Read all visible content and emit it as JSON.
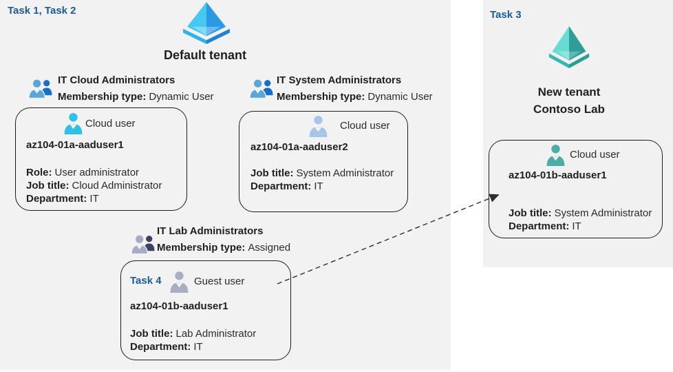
{
  "colors": {
    "page_bg": "#ffffff",
    "default_tenant_panel_bg": "#f2f2f2",
    "new_tenant_panel_bg": "#f1f1f2",
    "task_label_blue": "#1d5b97",
    "box_border": "#1c1c1c",
    "arrow": "#2d2d2d",
    "user_icon_cyan": "#30bfe6",
    "user_icon_pale_blue": "#a6c6e7",
    "user_icon_gray": "#a9aec2",
    "user_icon_teal": "#4aada6",
    "group_icon_blue_primary": "#57a7da",
    "group_icon_blue_secondary": "#1a6fc4",
    "group_icon_navy_primary": "#a7abc4",
    "group_icon_navy_secondary": "#3a3f6b",
    "tenant_icon_blue_faces": [
      "#47c8f3",
      "#2b9ae4",
      "#2eb2ee",
      "#1e83d6"
    ],
    "tenant_icon_teal_faces": [
      "#68dbd3",
      "#2f9e98",
      "#33b9b0",
      "#279e96"
    ]
  },
  "left_panel": {
    "task_label": "Task 1, Task 2",
    "tenant_icon": "azure-ad-tenant-icon-blue",
    "tenant_name": "Default tenant",
    "groups": [
      {
        "icon": "group-icon-blue",
        "name": "IT Cloud Administrators",
        "membership_label": "Membership type:",
        "membership_value": "Dynamic User"
      },
      {
        "icon": "group-icon-blue",
        "name": "IT System Administrators",
        "membership_label": "Membership type:",
        "membership_value": "Dynamic User"
      },
      {
        "icon": "group-icon-navy",
        "name": "IT Lab Administrators",
        "membership_label": "Membership type:",
        "membership_value": "Assigned"
      }
    ],
    "user_cards": [
      {
        "icon": "cloud-user-icon-cyan",
        "type_label": "Cloud user",
        "name": "az104-01a-aaduser1",
        "fields": [
          {
            "label": "Role:",
            "value": "User administrator"
          },
          {
            "label": "Job title:",
            "value": "Cloud Administrator"
          },
          {
            "label": "Department:",
            "value": "IT"
          }
        ]
      },
      {
        "icon": "cloud-user-icon-pale-blue",
        "type_label": "Cloud user",
        "name": "az104-01a-aaduser2",
        "fields": [
          {
            "label": "Job title:",
            "value": "System Administrator"
          },
          {
            "label": "Department:",
            "value": "IT"
          }
        ]
      },
      {
        "task_label": "Task 4",
        "icon": "guest-user-icon-gray",
        "type_label": "Guest user",
        "name": "az104-01b-aaduser1",
        "fields": [
          {
            "label": "Job title:",
            "value": "Lab Administrator"
          },
          {
            "label": "Department:",
            "value": "IT"
          }
        ]
      }
    ]
  },
  "right_panel": {
    "task_label": "Task 3",
    "tenant_icon": "azure-ad-tenant-icon-teal",
    "tenant_name_line1": "New tenant",
    "tenant_name_line2": "Contoso Lab",
    "user_card": {
      "icon": "cloud-user-icon-teal",
      "type_label": "Cloud user",
      "name": "az104-01b-aaduser1",
      "fields": [
        {
          "label": "Job title:",
          "value": "System Administrator"
        },
        {
          "label": "Department:",
          "value": "IT"
        }
      ]
    }
  }
}
